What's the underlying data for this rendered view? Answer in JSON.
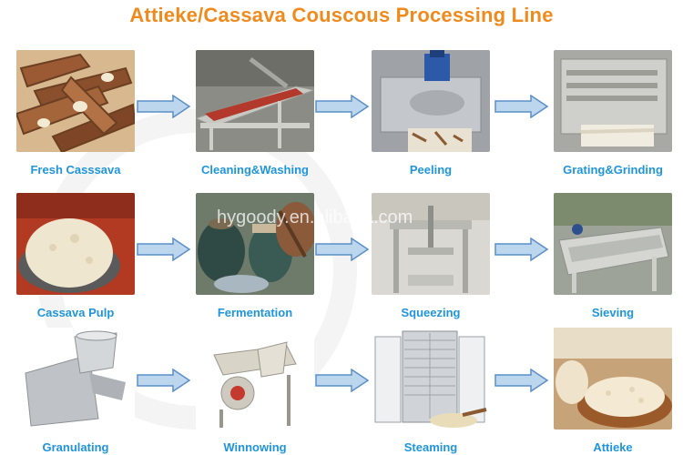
{
  "title": "Attieke/Cassava Couscous Processing Line",
  "watermark": "hygoody.en.alibaba.com",
  "colors": {
    "title": "#f08a1c",
    "label": "#1f95dc",
    "arrow_fill": "#bcd6ee",
    "arrow_stroke": "#5b8fc7"
  },
  "steps": [
    {
      "label": "Fresh Casssava"
    },
    {
      "label": "Cleaning&Washing"
    },
    {
      "label": "Peeling"
    },
    {
      "label": "Grating&Grinding"
    },
    {
      "label": "Cassava Pulp"
    },
    {
      "label": "Fermentation"
    },
    {
      "label": "Squeezing"
    },
    {
      "label": "Sieving"
    },
    {
      "label": "Granulating"
    },
    {
      "label": "Winnowing"
    },
    {
      "label": "Steaming"
    },
    {
      "label": "Attieke"
    }
  ]
}
